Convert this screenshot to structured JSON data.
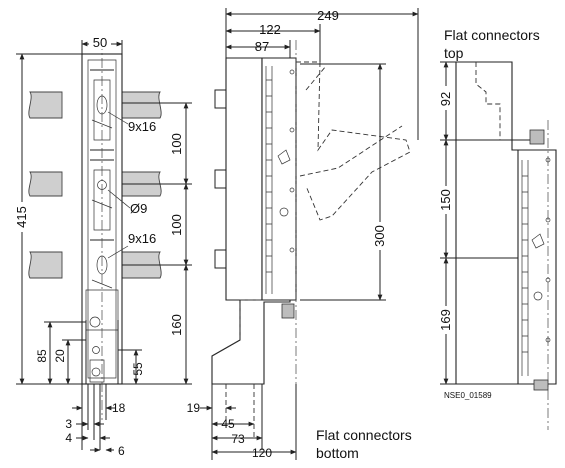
{
  "front_view": {
    "dim_width_top": "50",
    "dim_height_total": "415",
    "label_slot_upper": "9x16",
    "label_hole": "Ø9",
    "label_slot_lower": "9x16",
    "dim_pitch_upper": "100",
    "dim_pitch_lower": "100",
    "dim_lower_section": "160",
    "dim_85": "85",
    "dim_20": "20",
    "dim_55": "55",
    "dim_18": "18",
    "dim_3": "3",
    "dim_4": "4",
    "dim_6": "6"
  },
  "side_view": {
    "dim_249": "249",
    "dim_122": "122",
    "dim_87": "87",
    "dim_300": "300",
    "dim_19": "19",
    "dim_45": "45",
    "dim_73": "73",
    "dim_120": "120",
    "caption_bottom_line1": "Flat connectors",
    "caption_bottom_line2": "bottom"
  },
  "right_view": {
    "caption_top_line1": "Flat connectors",
    "caption_top_line2": "top",
    "dim_92": "92",
    "dim_150": "150",
    "dim_169": "169",
    "drawing_code": "NSE0_01589"
  },
  "colors": {
    "line": "#222222",
    "busbar_fill": "#cfcfcf",
    "background": "#ffffff"
  }
}
